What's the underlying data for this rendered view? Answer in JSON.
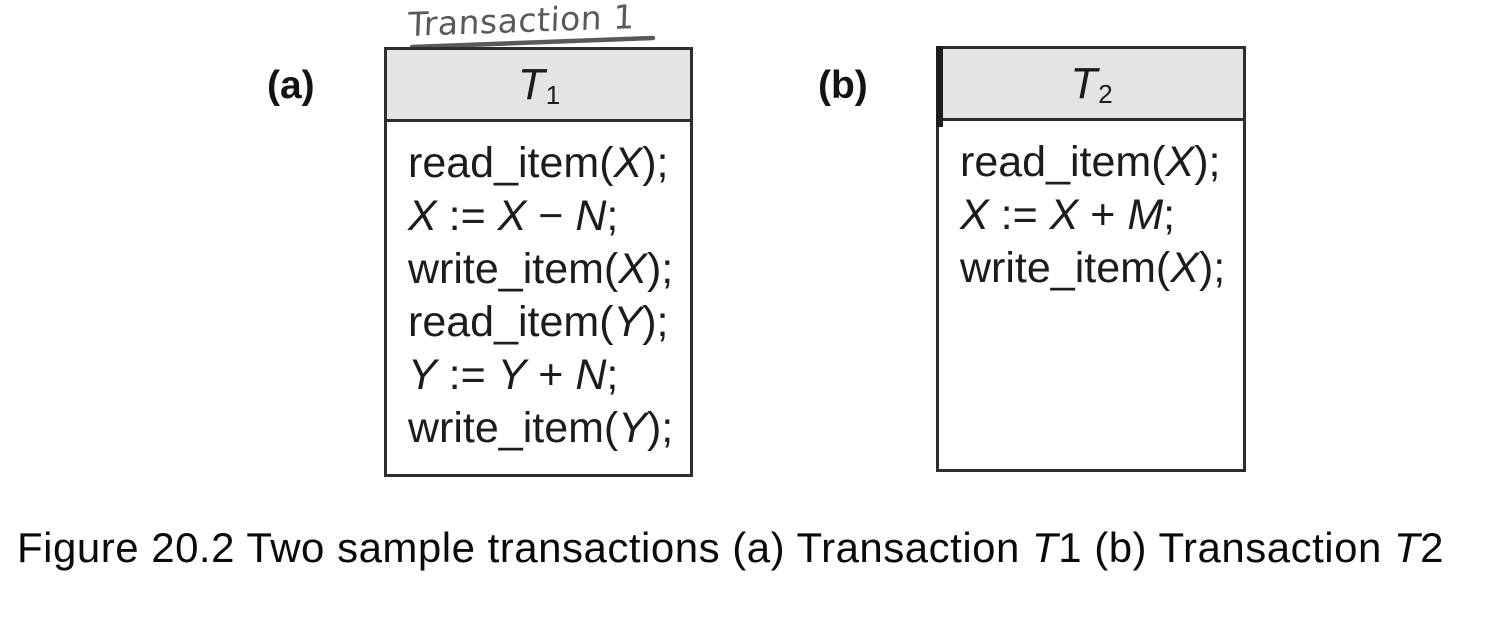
{
  "figure": {
    "annotation": {
      "text": "Transaction 1"
    },
    "panels": [
      {
        "label": "(a)",
        "title_var": "T",
        "title_sub": "1",
        "lines": [
          "read_item(X);",
          "X := X − N;",
          "write_item(X);",
          "read_item(Y);",
          "Y := Y + N;",
          "write_item(Y);"
        ]
      },
      {
        "label": "(b)",
        "title_var": "T",
        "title_sub": "2",
        "lines": [
          "read_item(X);",
          "X := X + M;",
          "write_item(X);"
        ]
      }
    ],
    "caption": {
      "part1": "Figure 20.2 Two sample transactions (a) Transaction ",
      "t1_italic": "T",
      "part2": "1 (b) Transaction ",
      "t2_italic": "T",
      "part3": "2"
    },
    "colors": {
      "header_fill": "#e4e4e4",
      "box_border": "#2e2e2e",
      "code_text": "#1c1c1e",
      "handwriting": "#59595b"
    }
  }
}
